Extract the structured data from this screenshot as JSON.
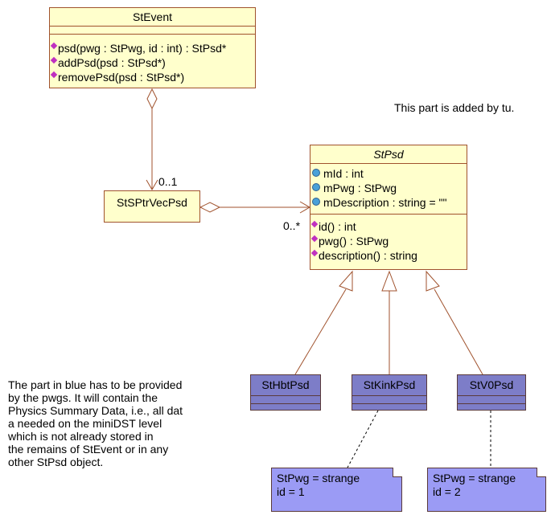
{
  "classes": {
    "stevent": {
      "name": "StEvent",
      "operations": [
        "psd(pwg : StPwg, id : int) : StPsd*",
        "addPsd(psd : StPsd*)",
        "removePsd(psd : StPsd*)"
      ]
    },
    "stsptrvecpsd": {
      "name": "StSPtrVecPsd"
    },
    "stpsd": {
      "name": "StPsd",
      "attributes": [
        "mId : int",
        "mPwg : StPwg",
        "mDescription : string = \"\""
      ],
      "operations": [
        "id() : int",
        "pwg() : StPwg",
        "description() : string"
      ]
    },
    "sthbtpsd": {
      "name": "StHbtPsd"
    },
    "stkinkpsd": {
      "name": "StKinkPsd"
    },
    "stv0psd": {
      "name": "StV0Psd"
    }
  },
  "multiplicities": {
    "event_to_vec": "0..1",
    "vec_to_psd": "0..*"
  },
  "notes": {
    "added_by": "This part is added by tu.",
    "blue_part": "The part in blue has to be provided\nby the pwgs. It will contain the\nPhysics Summary Data, i.e., all dat\na needed on the miniDST level\nwhich is not already stored in\nthe remains of StEvent or in any\nother StPsd object.",
    "kink_note_line1": "StPwg = strange",
    "kink_note_line2": "id = 1",
    "v0_note_line1": "StPwg = strange",
    "v0_note_line2": "id = 2"
  },
  "colors": {
    "class_fill": "#ffffcc",
    "pwg_class_fill": "#7d7dc8",
    "note_fill": "#9b9bf5",
    "border": "#a0522d"
  }
}
